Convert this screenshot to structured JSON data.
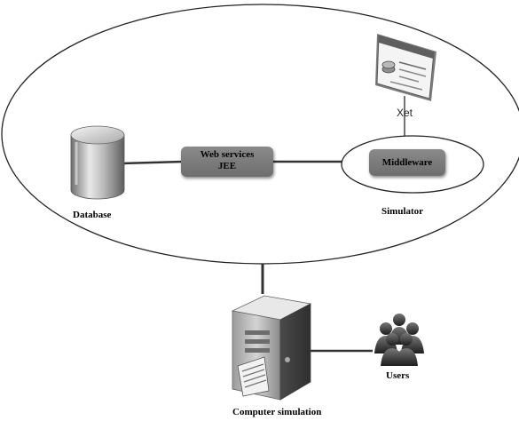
{
  "nodes": {
    "database": {
      "label": "Database"
    },
    "web_services": {
      "line1": "Web services",
      "line2": "JEE"
    },
    "middleware": {
      "label": "Middleware"
    },
    "simulator": {
      "label": "Simulator"
    },
    "xet": {
      "label": "Xet"
    },
    "computer": {
      "label": "Computer simulation"
    },
    "users": {
      "label": "Users"
    }
  }
}
